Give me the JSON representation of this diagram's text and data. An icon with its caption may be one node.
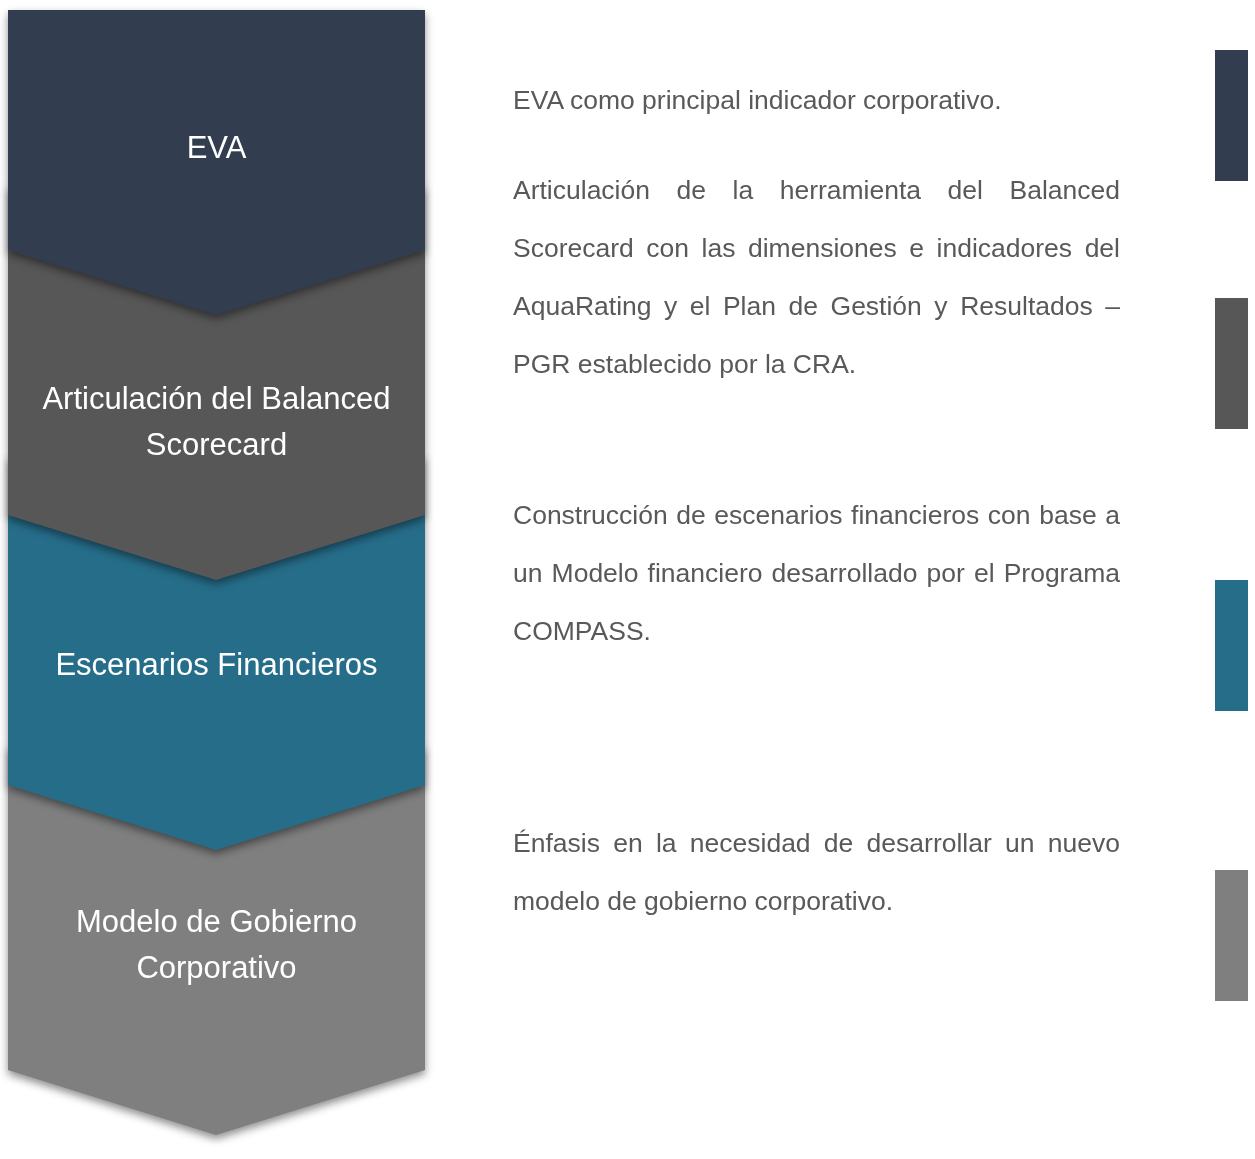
{
  "diagram": {
    "nodes": [
      {
        "text": [
          "EVA"
        ],
        "beside": [
          "EVA como principal indicador corporativo."
        ]
      },
      {
        "text": [
          "Articulación del Balanced Scorecard"
        ],
        "beside": [
          "Articulación de la herramienta del Balanced Scorecard con las dimensiones e indicadores del AquaRating y el Plan de Gestión y Resultados – PGR establecido por la CRA."
        ]
      },
      {
        "text": [
          "Escenarios Financieros"
        ],
        "beside": [
          "Construcción de escenarios financieros con base a un Modelo financiero desarrollado por el Programa COMPASS."
        ]
      },
      {
        "text": [
          "Modelo de Gobierno Corporativo"
        ],
        "beside": [
          "Énfasis en la necesidad de desarrollar un nuevo modelo de gobierno corporativo."
        ]
      }
    ]
  }
}
